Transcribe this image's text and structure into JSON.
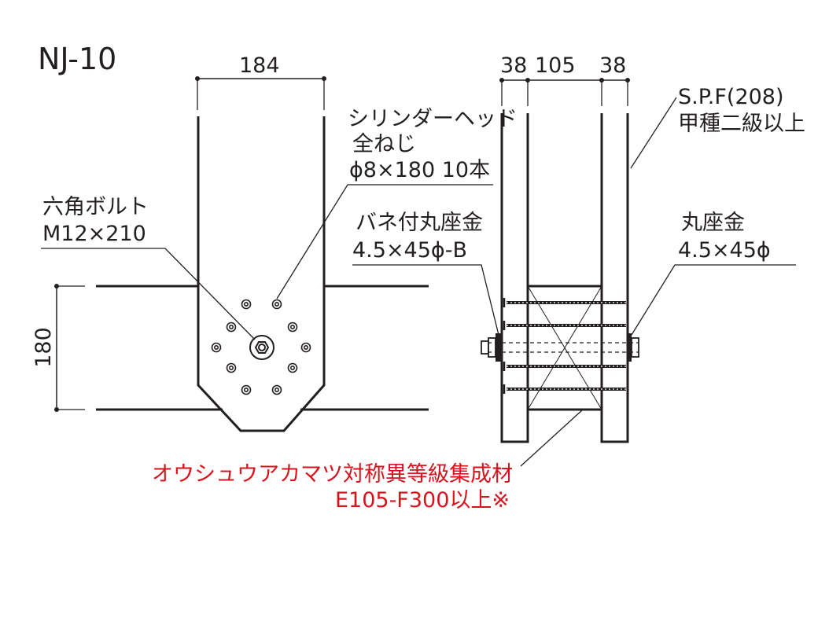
{
  "title": "NJ-10",
  "dimensions": {
    "plate_width": "184",
    "beam_depth": "180",
    "side_left": "38",
    "side_center": "105",
    "side_right": "38"
  },
  "labels": {
    "screw": [
      "シリンダーヘッド",
      "全ねじ",
      "ϕ8×180 10本"
    ],
    "bolt": [
      "六角ボルト",
      "M12×210"
    ],
    "spring_washer": [
      "バネ付丸座金",
      "4.5×45ϕ-B"
    ],
    "lumber": [
      "S.P.F(208)",
      "甲種二級以上"
    ],
    "round_washer": [
      "丸座金",
      "4.5×45ϕ"
    ],
    "glulam": [
      "オウシュウアカマツ対称異等級集成材",
      "E105-F300以上※"
    ]
  },
  "colors": {
    "line": "#231f20",
    "accent_red": "#d7141e"
  }
}
